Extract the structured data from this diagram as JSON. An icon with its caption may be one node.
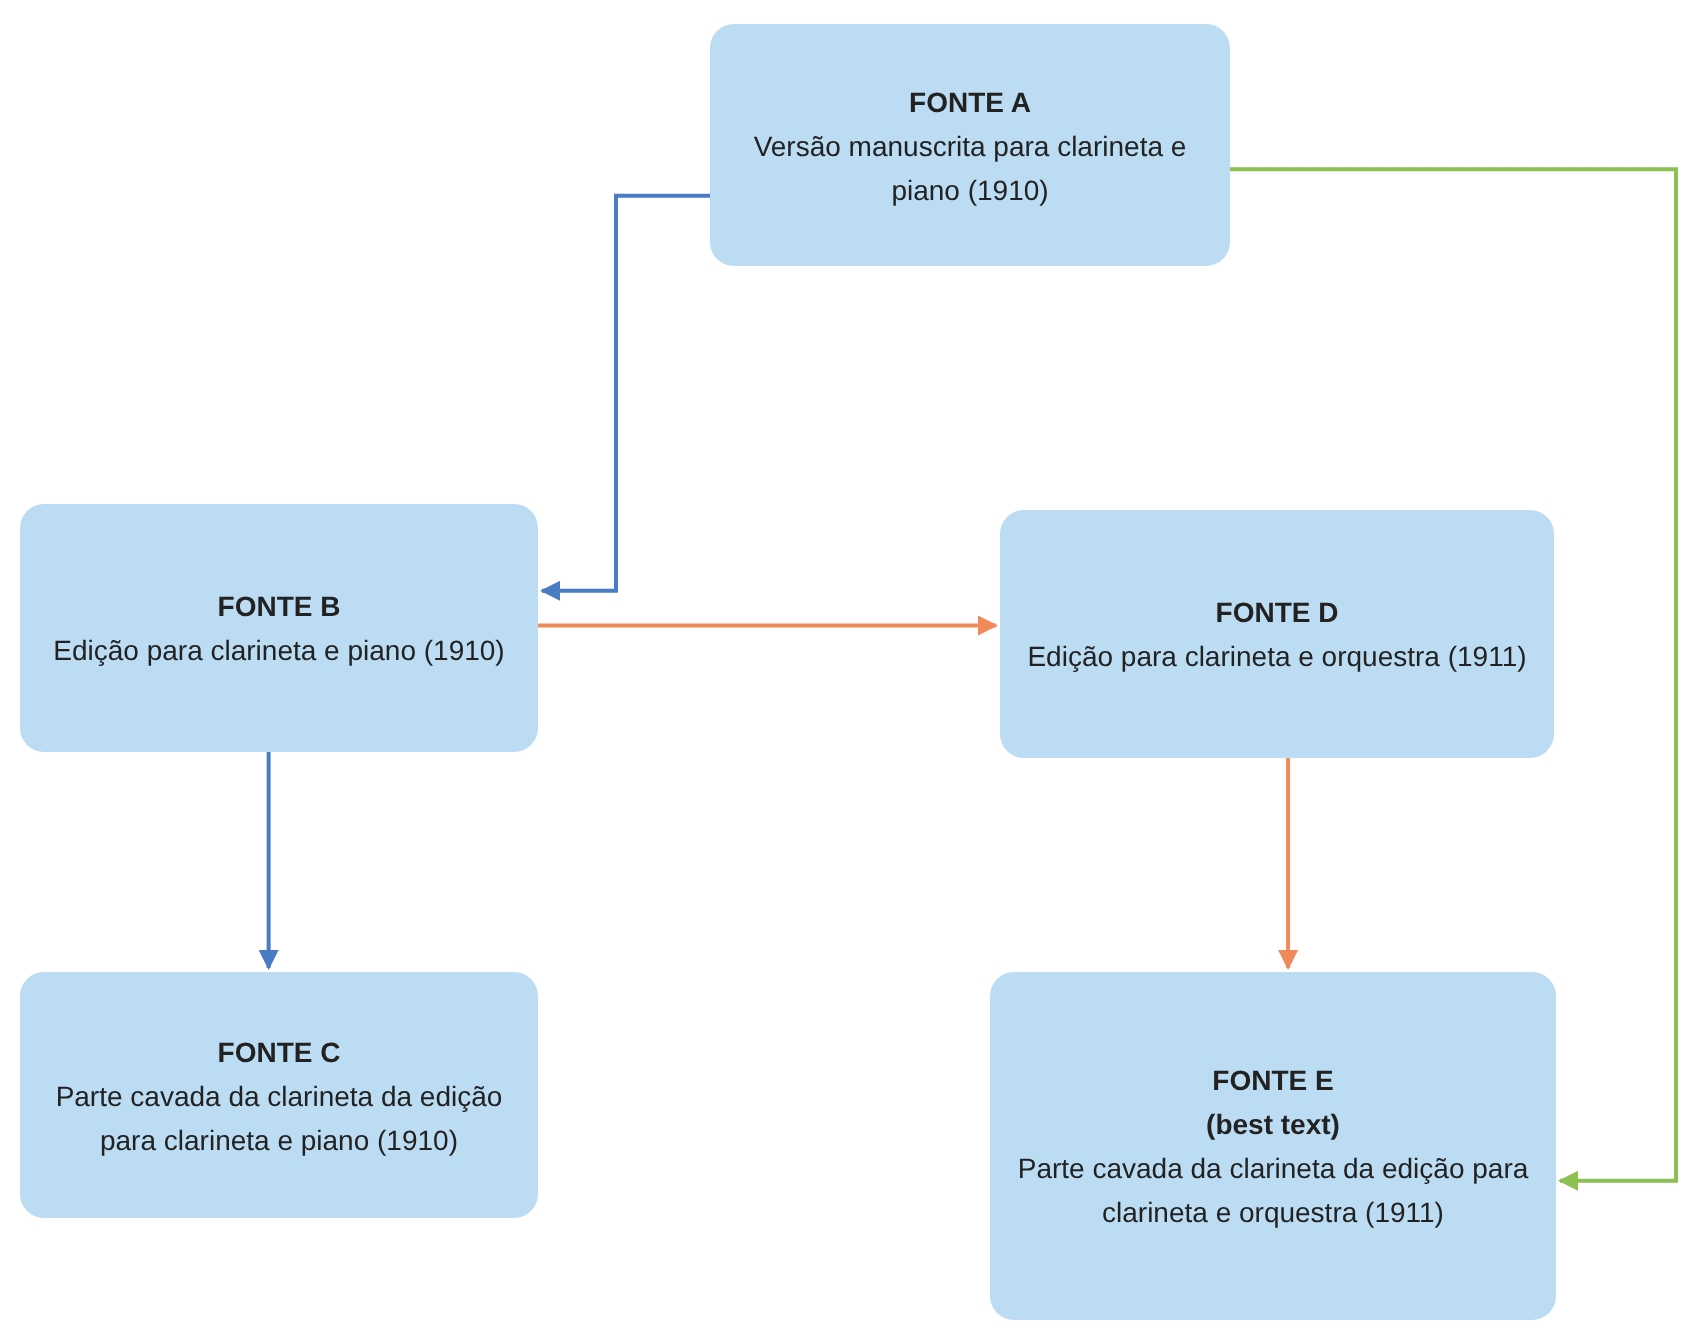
{
  "diagram": {
    "nodes": [
      {
        "text": [
          "FONTE A",
          "Versão manuscrita para clarineta e piano (1910)"
        ]
      },
      {
        "text": [
          "FONTE B",
          "Edição para clarineta e piano (1910)"
        ]
      },
      {
        "text": [
          "FONTE D",
          "Edição para clarineta e orquestra (1911)"
        ]
      },
      {
        "text": [
          "FONTE C",
          "Parte cavada da clarineta da edição para clarineta e piano (1910)"
        ]
      },
      {
        "text": [
          "FONTE E",
          "(best text)",
          "Parte cavada da clarineta da edição para clarineta e orquestra (1911)"
        ]
      }
    ],
    "edges": [
      {
        "from": 0,
        "to": 1,
        "arrow": "to",
        "color": "#4a7cc4"
      },
      {
        "from": 1,
        "to": 2,
        "arrow": "to",
        "color": "#f08a5a"
      },
      {
        "from": 1,
        "to": 3,
        "arrow": "to",
        "color": "#4a7cc4"
      },
      {
        "from": 2,
        "to": 4,
        "arrow": "to",
        "color": "#f08a5a"
      },
      {
        "from": 0,
        "to": 4,
        "arrow": "to",
        "color": "#8cc152"
      }
    ]
  }
}
